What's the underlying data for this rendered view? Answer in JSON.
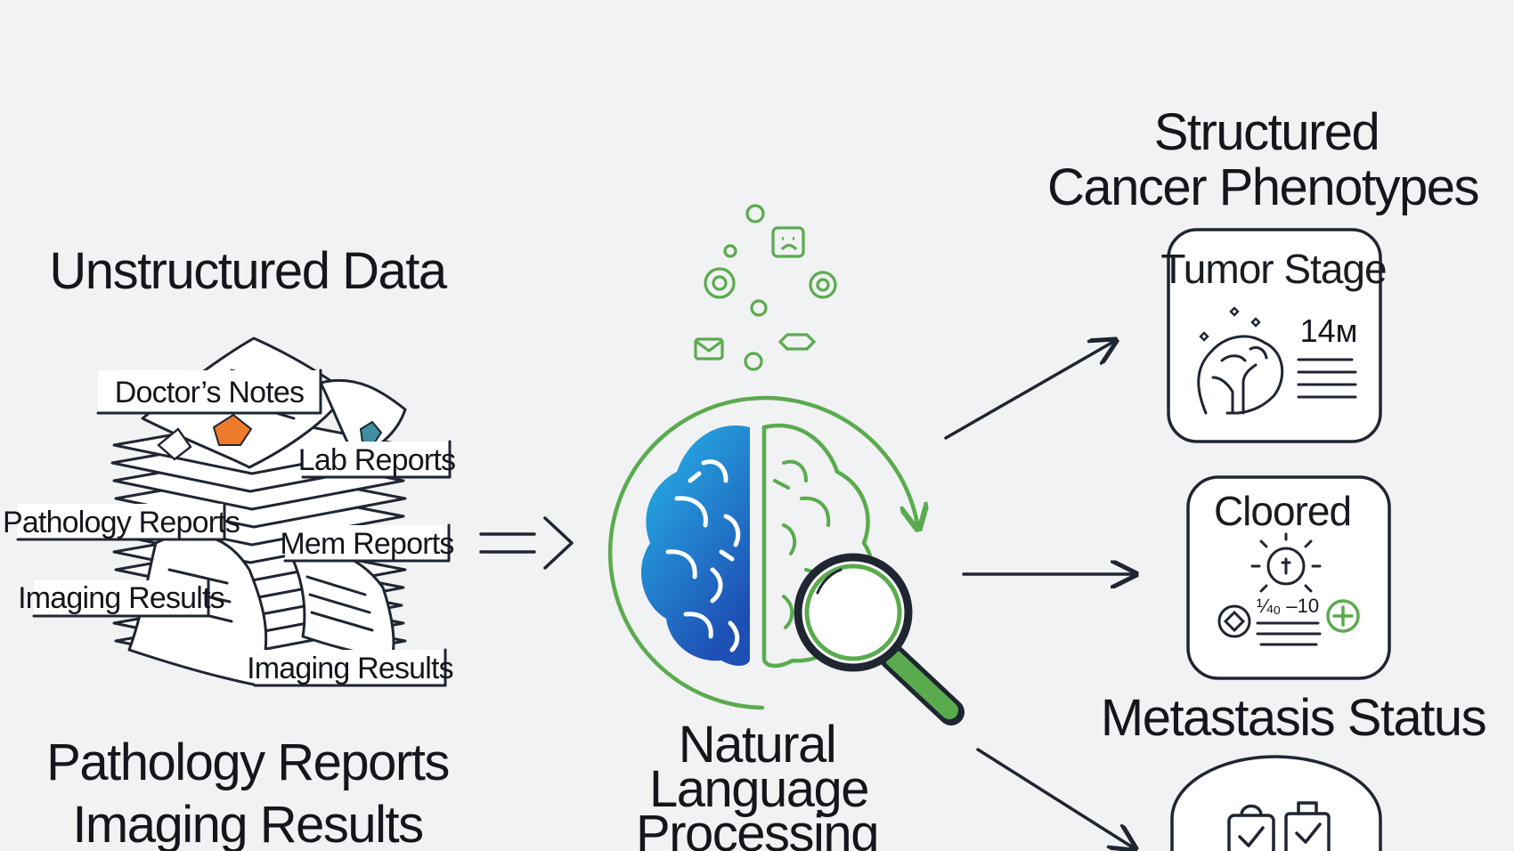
{
  "left": {
    "title": "Unstructured Data",
    "doc_labels": [
      "Doctor’s Notes",
      "Lab Reports",
      "Pathology Reports",
      "Mem Reports",
      "Imaging Results",
      "Imaging Results"
    ],
    "bottom_lines": [
      "Pathology Reports",
      "Imaging Results"
    ]
  },
  "center": {
    "label_lines": [
      "Natural",
      "Language",
      "Processing"
    ]
  },
  "right": {
    "title_lines": [
      "Structured",
      "Cancer Phenotypes"
    ],
    "cards": [
      {
        "title": "Tumor Stage",
        "value": "14м"
      },
      {
        "title": "Cloored",
        "value": "¼₀ –10"
      }
    ],
    "metastasis_label": "Metastasis Status"
  },
  "icons": {
    "documents": "document-stack-icon",
    "brain": "brain-icon",
    "magnifier": "magnifying-glass-icon",
    "tumor": "tumor-brain-icon",
    "clipboard": "clipboard-check-icon"
  },
  "colors": {
    "background": "#f1f2f3",
    "ink": "#1f2531",
    "green": "#5aab4e",
    "brain_blue_light": "#27b9ea",
    "brain_blue_dark": "#1e4fb4",
    "accent_orange": "#ee7a2c",
    "accent_teal": "#3f8fa0"
  }
}
